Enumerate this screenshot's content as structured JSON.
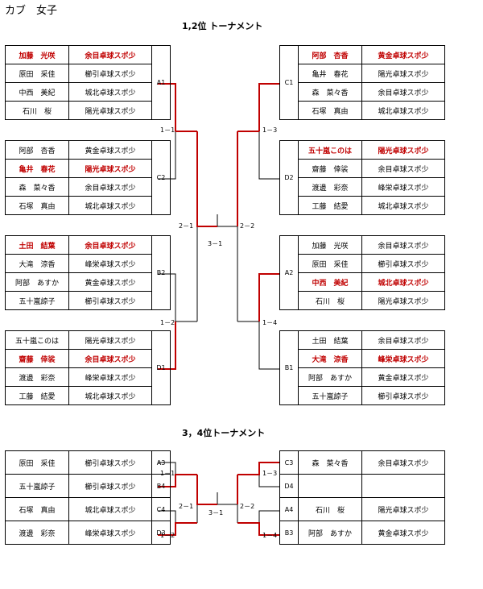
{
  "page_title": "カブ　女子",
  "main_bracket": {
    "title": "1,2位 トーナメント",
    "left_groups": [
      {
        "name": "A1",
        "players": [
          {
            "name": "加藤　光咲",
            "club": "余目卓球スポ少",
            "winner": true
          },
          {
            "name": "原田　采佳",
            "club": "櫛引卓球スポ少",
            "winner": false
          },
          {
            "name": "中西　美紀",
            "club": "城北卓球スポ少",
            "winner": false
          },
          {
            "name": "石川　桜",
            "club": "陽光卓球スポ少",
            "winner": false
          }
        ]
      },
      {
        "name": "C2",
        "players": [
          {
            "name": "阿部　杏香",
            "club": "黄金卓球スポ少",
            "winner": false
          },
          {
            "name": "亀井　春花",
            "club": "陽光卓球スポ少",
            "winner": true
          },
          {
            "name": "森　菜々香",
            "club": "余目卓球スポ少",
            "winner": false
          },
          {
            "name": "石塚　真由",
            "club": "城北卓球スポ少",
            "winner": false
          }
        ]
      },
      {
        "name": "B2",
        "players": [
          {
            "name": "土田　結葉",
            "club": "余目卓球スポ少",
            "winner": true
          },
          {
            "name": "大滝　涼香",
            "club": "峰栄卓球スポ少",
            "winner": false
          },
          {
            "name": "阿部　あすか",
            "club": "黄金卓球スポ少",
            "winner": false
          },
          {
            "name": "五十嵐諒子",
            "club": "櫛引卓球スポ少",
            "winner": false
          }
        ]
      },
      {
        "name": "D1",
        "players": [
          {
            "name": "五十嵐このは",
            "club": "陽光卓球スポ少",
            "winner": false
          },
          {
            "name": "齋藤　倖裟",
            "club": "余目卓球スポ少",
            "winner": true
          },
          {
            "name": "渡邊　彩奈",
            "club": "峰栄卓球スポ少",
            "winner": false
          },
          {
            "name": "工藤　結愛",
            "club": "城北卓球スポ少",
            "winner": false
          }
        ]
      }
    ],
    "right_groups": [
      {
        "name": "C1",
        "players": [
          {
            "name": "阿部　杏香",
            "club": "黄金卓球スポ少",
            "winner": true
          },
          {
            "name": "亀井　春花",
            "club": "陽光卓球スポ少",
            "winner": false
          },
          {
            "name": "森　菜々香",
            "club": "余目卓球スポ少",
            "winner": false
          },
          {
            "name": "石塚　真由",
            "club": "城北卓球スポ少",
            "winner": false
          }
        ]
      },
      {
        "name": "D2",
        "players": [
          {
            "name": "五十嵐このは",
            "club": "陽光卓球スポ少",
            "winner": true
          },
          {
            "name": "齋藤　倖裟",
            "club": "余目卓球スポ少",
            "winner": false
          },
          {
            "name": "渡邊　彩奈",
            "club": "峰栄卓球スポ少",
            "winner": false
          },
          {
            "name": "工藤　結愛",
            "club": "城北卓球スポ少",
            "winner": false
          }
        ]
      },
      {
        "name": "A2",
        "players": [
          {
            "name": "加藤　光咲",
            "club": "余目卓球スポ少",
            "winner": false
          },
          {
            "name": "原田　采佳",
            "club": "櫛引卓球スポ少",
            "winner": false
          },
          {
            "name": "中西　美紀",
            "club": "城北卓球スポ少",
            "winner": true
          },
          {
            "name": "石川　桜",
            "club": "陽光卓球スポ少",
            "winner": false
          }
        ]
      },
      {
        "name": "B1",
        "players": [
          {
            "name": "土田　結葉",
            "club": "余目卓球スポ少",
            "winner": false
          },
          {
            "name": "大滝　涼香",
            "club": "峰栄卓球スポ少",
            "winner": true
          },
          {
            "name": "阿部　あすか",
            "club": "黄金卓球スポ少",
            "winner": false
          },
          {
            "name": "五十嵐諒子",
            "club": "櫛引卓球スポ少",
            "winner": false
          }
        ]
      }
    ],
    "match_labels": {
      "l1": "1－1",
      "l2": "1－2",
      "r1": "1－3",
      "r2": "1－4",
      "sl": "2－1",
      "sr": "2－2",
      "final": "3－1"
    }
  },
  "third_bracket": {
    "title": "3，4位トーナメント",
    "left": [
      {
        "seed": "A3",
        "name": "原田　采佳",
        "club": "櫛引卓球スポ少"
      },
      {
        "seed": "B4",
        "name": "五十嵐諒子",
        "club": "櫛引卓球スポ少"
      },
      {
        "seed": "C4",
        "name": "石塚　真由",
        "club": "城北卓球スポ少"
      },
      {
        "seed": "D3",
        "name": "渡邊　彩奈",
        "club": "峰栄卓球スポ少"
      }
    ],
    "right": [
      {
        "seed": "C3",
        "name": "森　菜々香",
        "club": "余目卓球スポ少"
      },
      {
        "seed": "D4",
        "name": "",
        "club": ""
      },
      {
        "seed": "A4",
        "name": "石川　桜",
        "club": "陽光卓球スポ少"
      },
      {
        "seed": "B3",
        "name": "阿部　あすか",
        "club": "黄金卓球スポ少"
      }
    ],
    "match_labels": {
      "l1": "1－1",
      "l2": "1－2",
      "r1": "1－3",
      "r2": "1－4",
      "sl": "2－1",
      "sr": "2－2",
      "final": "3－1"
    }
  },
  "colors": {
    "winner": "#c00000",
    "line": "#000000",
    "win_line": "#c00000"
  }
}
